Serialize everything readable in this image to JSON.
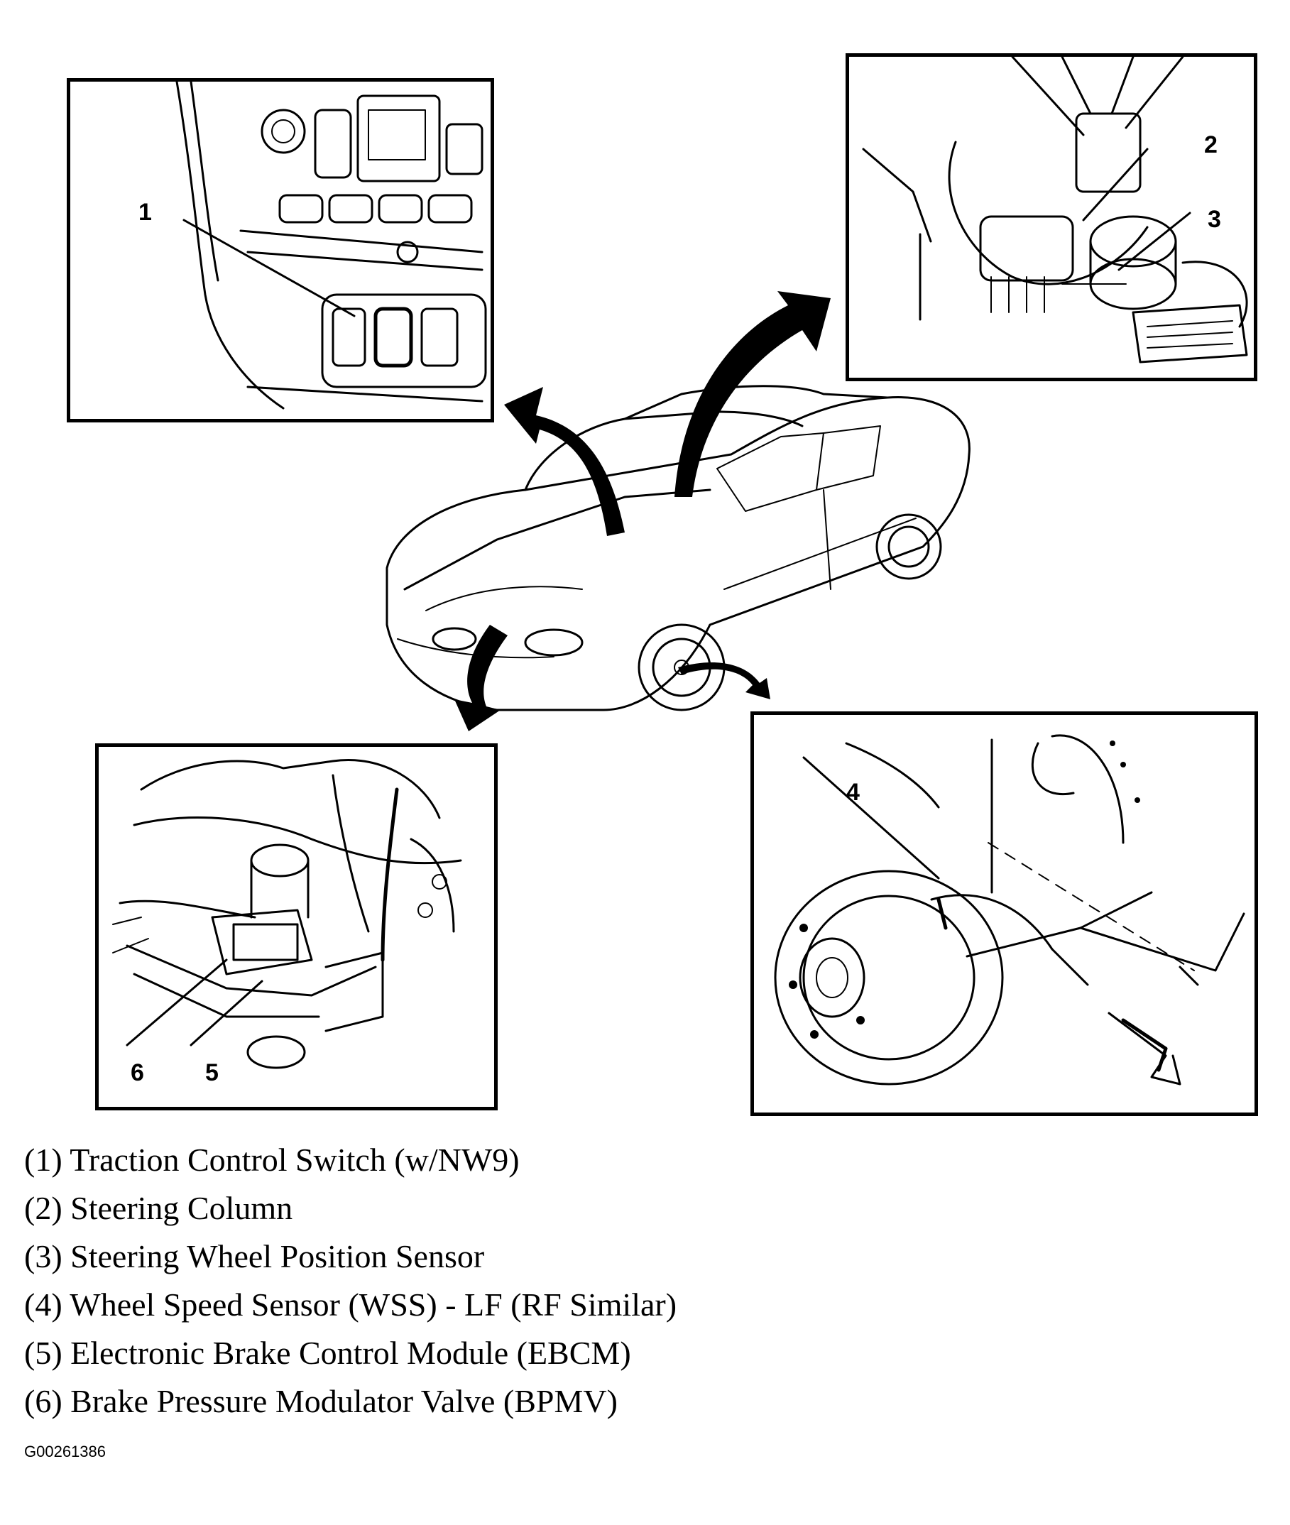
{
  "callouts": [
    "1",
    "2",
    "3",
    "4",
    "5",
    "6"
  ],
  "legend": [
    "(1) Traction Control Switch (w/NW9)",
    "(2) Steering Column",
    "(3) Steering Wheel Position Sensor",
    "(4) Wheel Speed Sensor (WSS) - LF (RF Similar)",
    "(5) Electronic Brake Control Module (EBCM)",
    "(6) Brake Pressure Modulator Valve (BPMV)"
  ],
  "figure_id": "G00261386",
  "icons": {
    "vehicle": "sedan-illustration",
    "panel_1": "dashboard-switch-illustration",
    "panel_2": "steering-column-illustration",
    "panel_3": "wheel-hub-illustration",
    "panel_4": "engine-bay-illustration"
  }
}
